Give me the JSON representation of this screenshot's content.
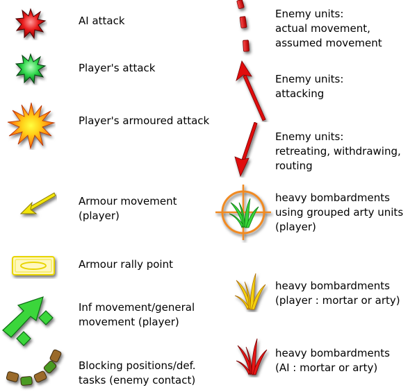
{
  "legend": {
    "ai_attack": "AI attack",
    "player_attack": "Player's attack",
    "player_armoured_attack": "Player's armoured attack",
    "armour_movement": [
      "Armour movement",
      "(player)"
    ],
    "armour_rally_point": "Armour rally point",
    "inf_movement": [
      "Inf movement/general",
      "movement (player)"
    ],
    "blocking_positions": [
      "Blocking positions/def.",
      "tasks (enemy contact)"
    ],
    "enemy_movement": [
      "Enemy units:",
      "actual movement,",
      "assumed movement"
    ],
    "enemy_attacking": [
      "Enemy units:",
      "attacking"
    ],
    "enemy_retreating": [
      "Enemy units:",
      "retreating, withdrawing,",
      "routing"
    ],
    "heavy_bombardment_grouped": [
      "heavy bombardments",
      "using grouped arty units",
      "(player)"
    ],
    "heavy_bombardment_player": [
      "heavy bombardments",
      "(player : mortar or arty)"
    ],
    "heavy_bombardment_ai": [
      "heavy bombardments",
      "(AI : mortar or arty)"
    ]
  },
  "colors": {
    "ai_red": "#e0141a",
    "player_green": "#2fd84a",
    "armour_yellow": "#f3e60e",
    "crosshair_orange": "#f08a24",
    "blocking_brown": "#8a5a22",
    "blocking_green": "#3f8f1c"
  }
}
